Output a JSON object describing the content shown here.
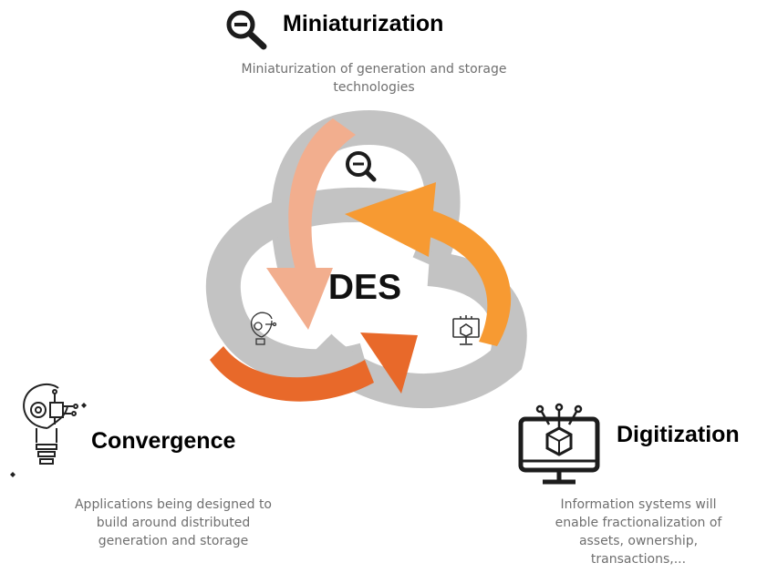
{
  "center": {
    "label": "DES"
  },
  "miniaturization": {
    "title": "Miniaturization",
    "description_lines": [
      "Miniaturization of generation and storage",
      "technologies"
    ],
    "icon": "zoom-out-magnifier-icon"
  },
  "convergence": {
    "title": "Convergence",
    "description_lines": [
      "Applications being designed to",
      "build around distributed",
      "generation and storage"
    ],
    "icon": "lightbulb-circuit-icon"
  },
  "digitization": {
    "title": "Digitization",
    "description_lines": [
      "Information systems will",
      "enable fractionalization of",
      "assets, ownership,",
      "transactions,..."
    ],
    "icon": "monitor-cube-network-icon"
  },
  "colors": {
    "ring_gray": "#c3c3c3",
    "arrow_light": "#f2ae8e",
    "arrow_orange": "#f79a32",
    "arrow_dark": "#e8692a",
    "icon_dark": "#1c1c1c",
    "text_gray": "#6f6f6f"
  }
}
